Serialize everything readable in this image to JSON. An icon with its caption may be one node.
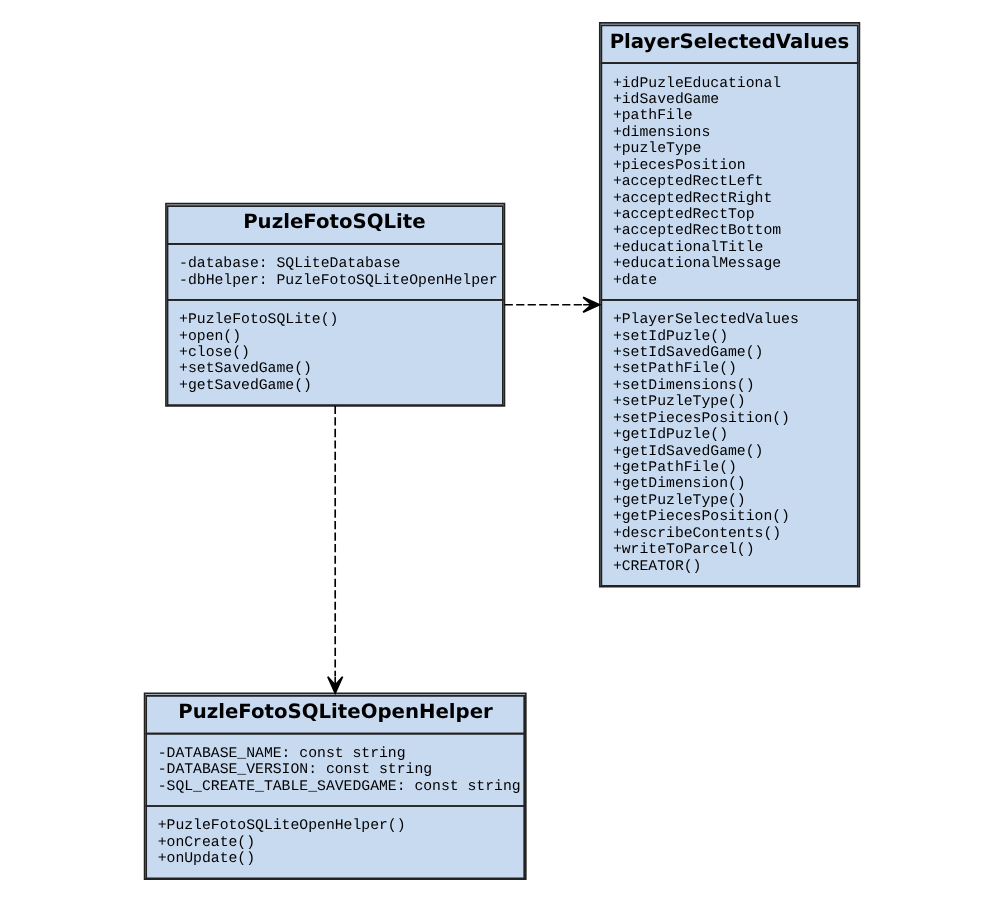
{
  "diagram": {
    "nodes": [
      {
        "text": [
          "PuzleFotoSQLite",
          "-database: SQLiteDatabase -dbHelper: PuzleFotoSQLiteOpenHelper",
          "+PuzleFotoSQLite() +open() +close() +setSavedGame() +getSavedGame()"
        ]
      },
      {
        "text": [
          "PlayerSelectedValues",
          "+idPuzleEducational +idSavedGame +pathFile +dimensions +puzleType +piecesPosition +acceptedRectLeft +acceptedRectRight +acceptedRectTop +acceptedRectBottom +educationalTitle +educationalMessage +date",
          "+PlayerSelectedValues +setIdPuzle() +setIdSavedGame() +setPathFile() +setDimensions() +setPuzleType() +setPiecesPosition() +getIdPuzle() +getIdSavedGame() +getPathFile() +getDimension() +getPuzleType() +getPiecesPosition() +describeContents() +writeToParcel() +CREATOR()"
        ]
      },
      {
        "text": [
          "PuzleFotoSQLiteOpenHelper",
          "-DATABASE_NAME: const string -DATABASE_VERSION: const string -SQL_CREATE_TABLE_SAVEDGAME: const string",
          "+PuzleFotoSQLiteOpenHelper() +onCreate() +onUpdate()"
        ]
      }
    ],
    "edges": [
      {
        "from": 0,
        "to": 1,
        "arrow": "to",
        "style": "dashed"
      },
      {
        "from": 0,
        "to": 2,
        "arrow": "to",
        "style": "dashed"
      }
    ]
  }
}
